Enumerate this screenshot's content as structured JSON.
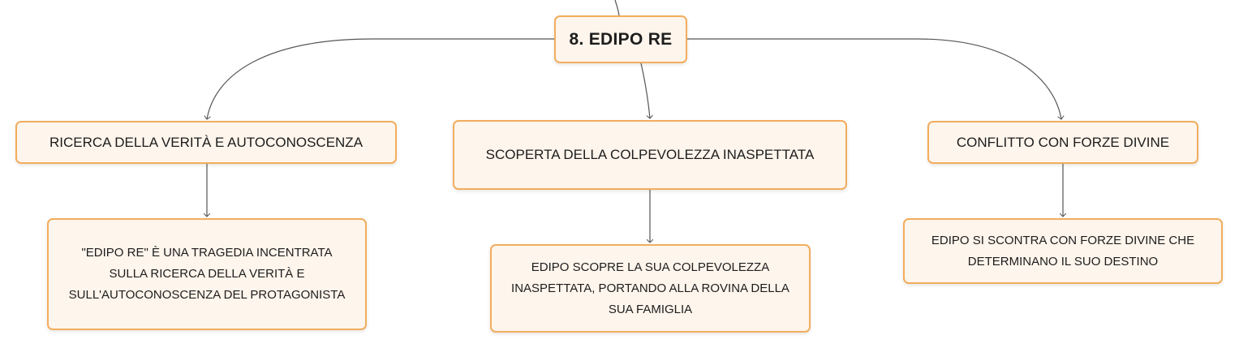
{
  "diagram": {
    "root": {
      "label": "8. EDIPO RE"
    },
    "branches": [
      {
        "label": "RICERCA DELLA VERITÀ E AUTOCONOSCENZA",
        "detail": "\"EDIPO RE\" È UNA TRAGEDIA INCENTRATA SULLA RICERCA DELLA VERITÀ E SULL'AUTOCONOSCENZA DEL PROTAGONISTA"
      },
      {
        "label": "SCOPERTA DELLA COLPEVOLEZZA INASPETTATA",
        "detail": "EDIPO SCOPRE LA SUA COLPEVOLEZZA INASPETTATA, PORTANDO ALLA ROVINA DELLA SUA FAMIGLIA"
      },
      {
        "label": "CONFLITTO CON FORZE DIVINE",
        "detail": "EDIPO SI SCONTRA CON FORZE DIVINE CHE DETERMINANO IL SUO DESTINO"
      }
    ],
    "colors": {
      "node_fill": "#fef5ec",
      "node_border": "#f2ad5e",
      "connector": "#555555",
      "text": "#1d1d1d"
    }
  }
}
